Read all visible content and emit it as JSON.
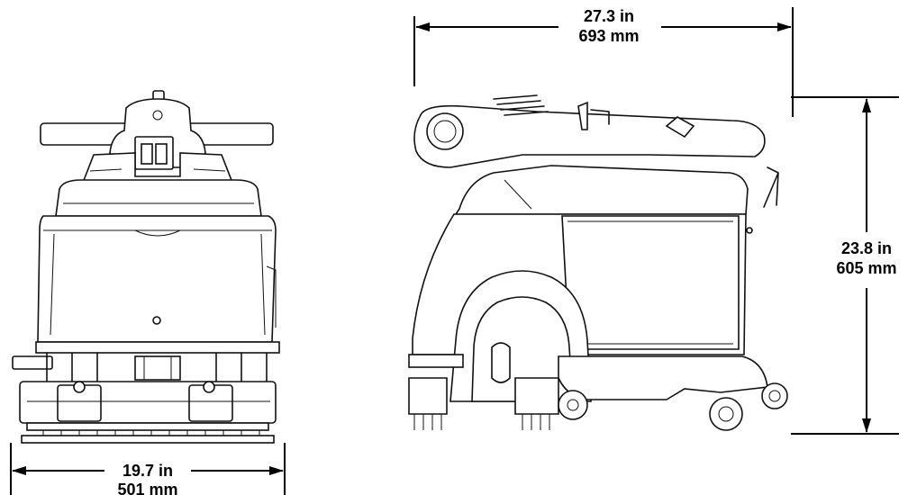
{
  "dimensions": {
    "width": {
      "imperial": "19.7 in",
      "metric": "501 mm"
    },
    "length": {
      "imperial": "27.3 in",
      "metric": "693 mm"
    },
    "height": {
      "imperial": "23.8 in",
      "metric": "605 mm"
    }
  },
  "colors": {
    "line": "#111111",
    "background": "#ffffff"
  }
}
